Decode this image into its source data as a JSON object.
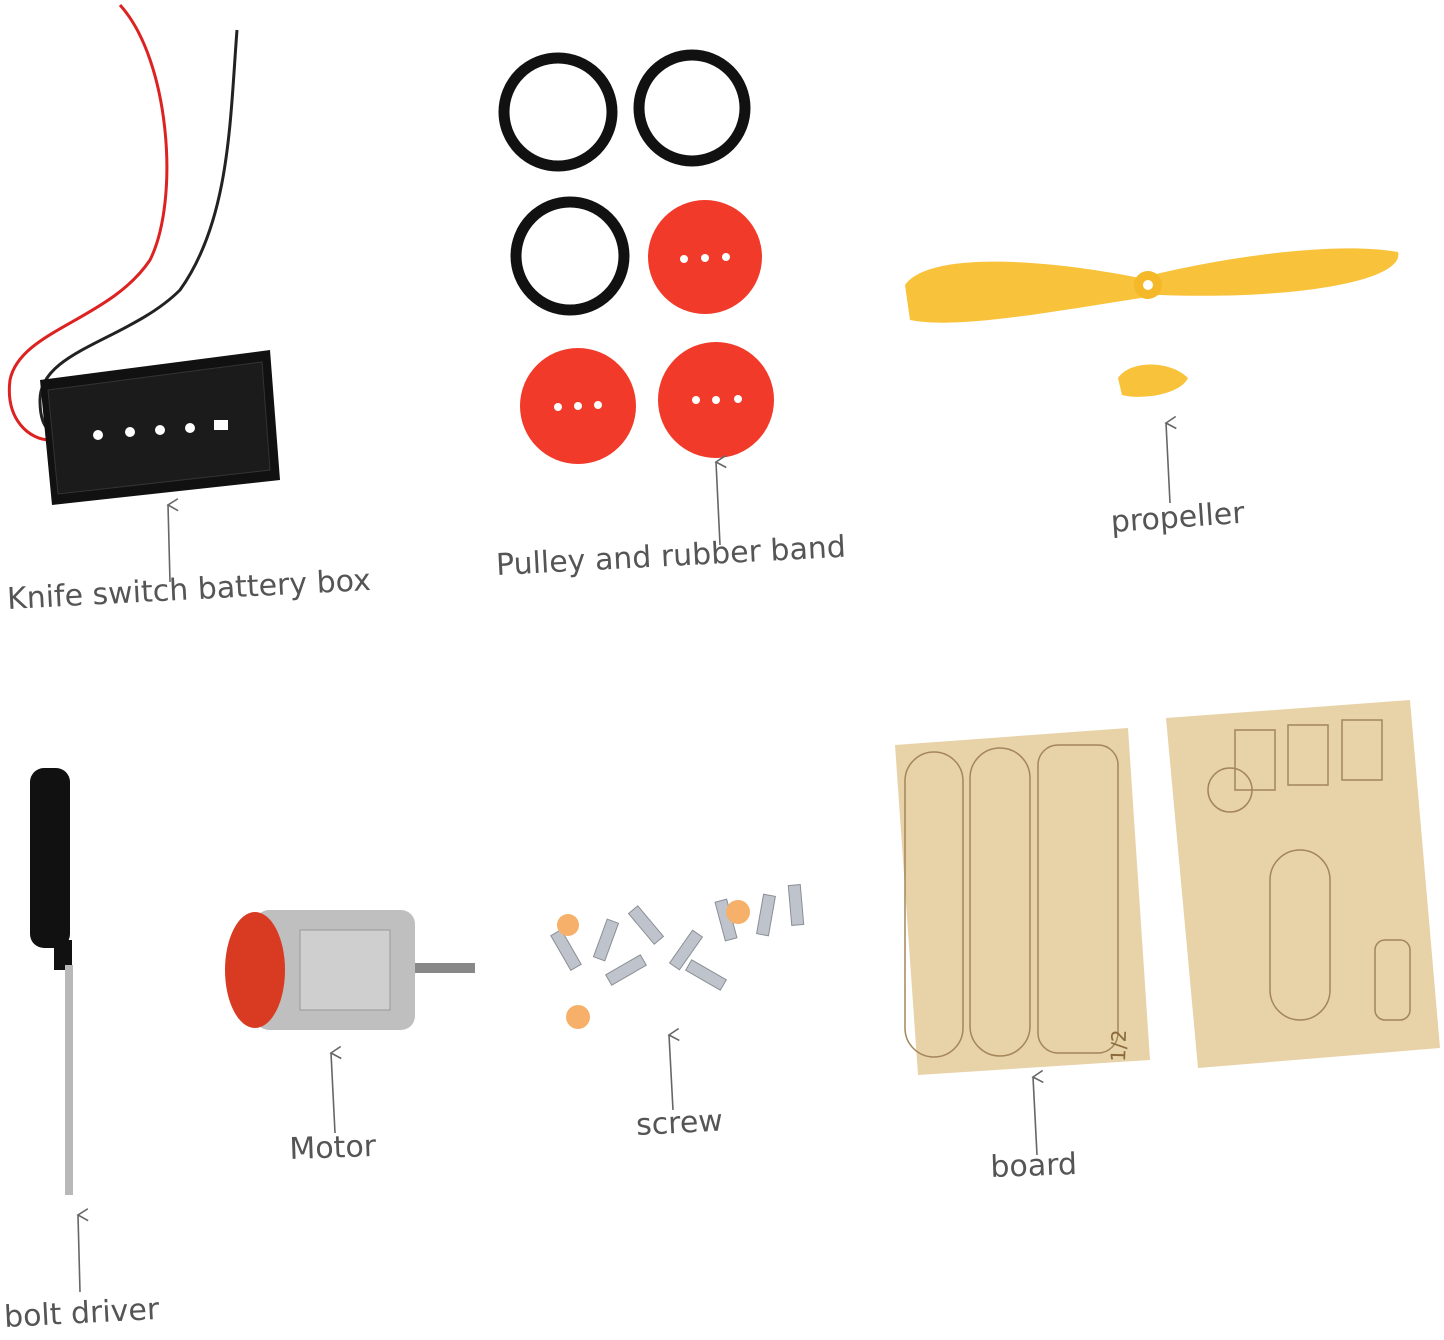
{
  "labels": {
    "battery_box": "Knife switch battery box",
    "pulley": "Pulley and rubber band",
    "propeller": "propeller",
    "bolt_driver": "bolt driver",
    "motor": "Motor",
    "screw": "screw",
    "board": "board",
    "board_marking": "1/2"
  },
  "colors": {
    "label_text": "#555555",
    "pulley_red": "#f23a2a",
    "propeller_yellow": "#f8c23a",
    "wood": "#e8d2a8",
    "motor_cap": "#d83a22",
    "battery_box": "#111111"
  }
}
